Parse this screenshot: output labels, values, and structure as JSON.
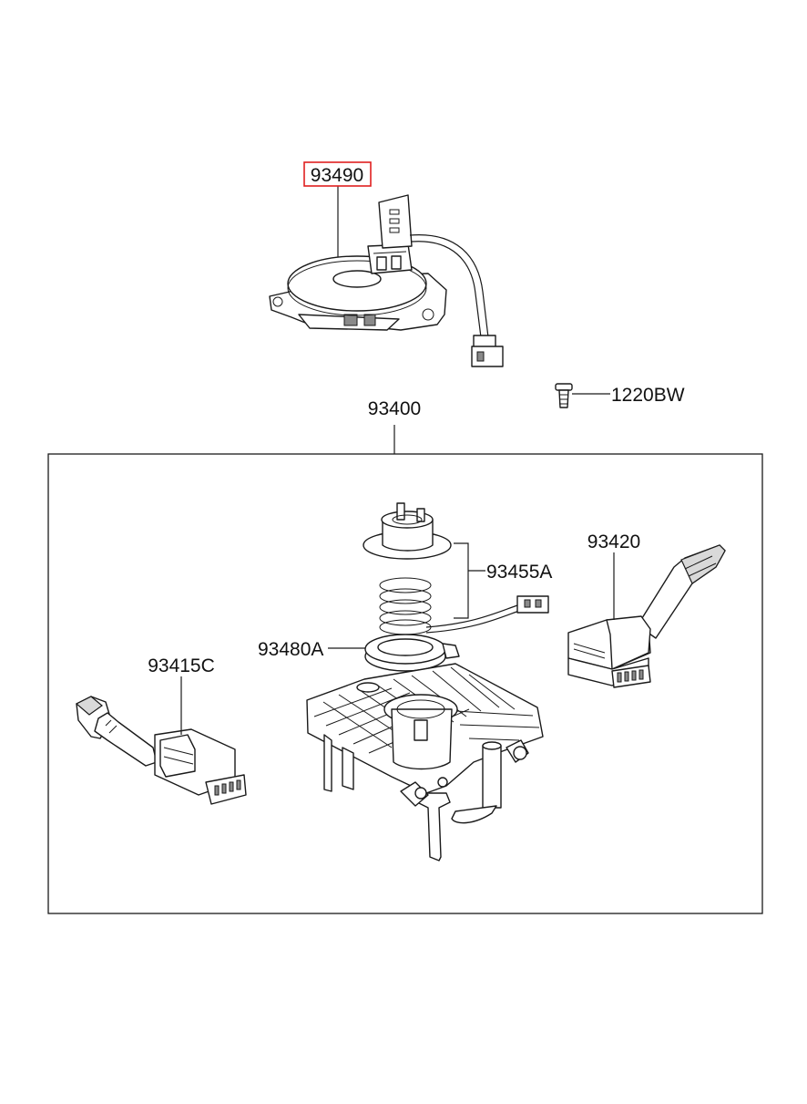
{
  "labels": {
    "clock_spring": "93490",
    "screw": "1220BW",
    "switch_assembly": "93400",
    "wiper_switch": "93420",
    "body_ring_spring": "93455A",
    "cancel_cam": "93480A",
    "light_switch": "93415C"
  },
  "highlight": {
    "part": "93490",
    "color": "#e02020"
  }
}
